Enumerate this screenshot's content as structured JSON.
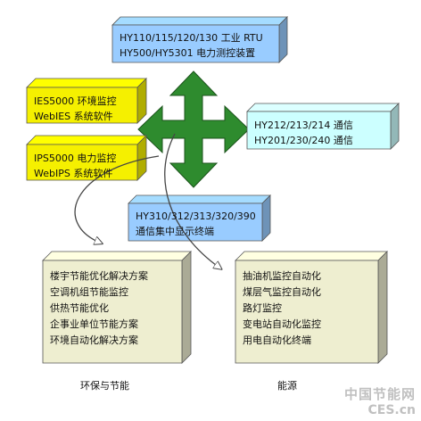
{
  "boxes": {
    "rtu": {
      "lines": [
        "HY110/115/120/130 工业 RTU",
        "HY500/HY5301 电力测控装置"
      ],
      "color": "#99ccff"
    },
    "ies": {
      "lines": [
        "IES5000 环境监控",
        "WebIES 系统软件"
      ],
      "color": "#f5f000"
    },
    "ips": {
      "lines": [
        "IPS5000 电力监控",
        "WebIPS 系统软件"
      ],
      "color": "#f5f000"
    },
    "comm": {
      "lines": [
        "HY212/213/214 通信",
        "HY201/230/240 通信"
      ],
      "color": "#ccffff"
    },
    "display": {
      "lines": [
        "HY310/312/313/320/390",
        "通信集中显示终端"
      ],
      "color": "#99ccff"
    },
    "env": {
      "lines": [
        "楼宇节能优化解决方案",
        "空调机组节能监控",
        "供热节能优化",
        "企事业单位节能方案",
        "环境自动化解决方案"
      ],
      "color": "#eeeed0"
    },
    "energy": {
      "lines": [
        "抽油机监控自动化",
        "煤层气监控自动化",
        "路灯监控",
        "变电站自动化监控",
        "用电自动化终端"
      ],
      "color": "#eeeed0"
    }
  },
  "captions": {
    "left": "环保与节能",
    "right": "能源"
  },
  "arrow_color": "#2e8b2e",
  "watermark": {
    "cn": "中国节能网",
    "en": "CES.cn"
  }
}
